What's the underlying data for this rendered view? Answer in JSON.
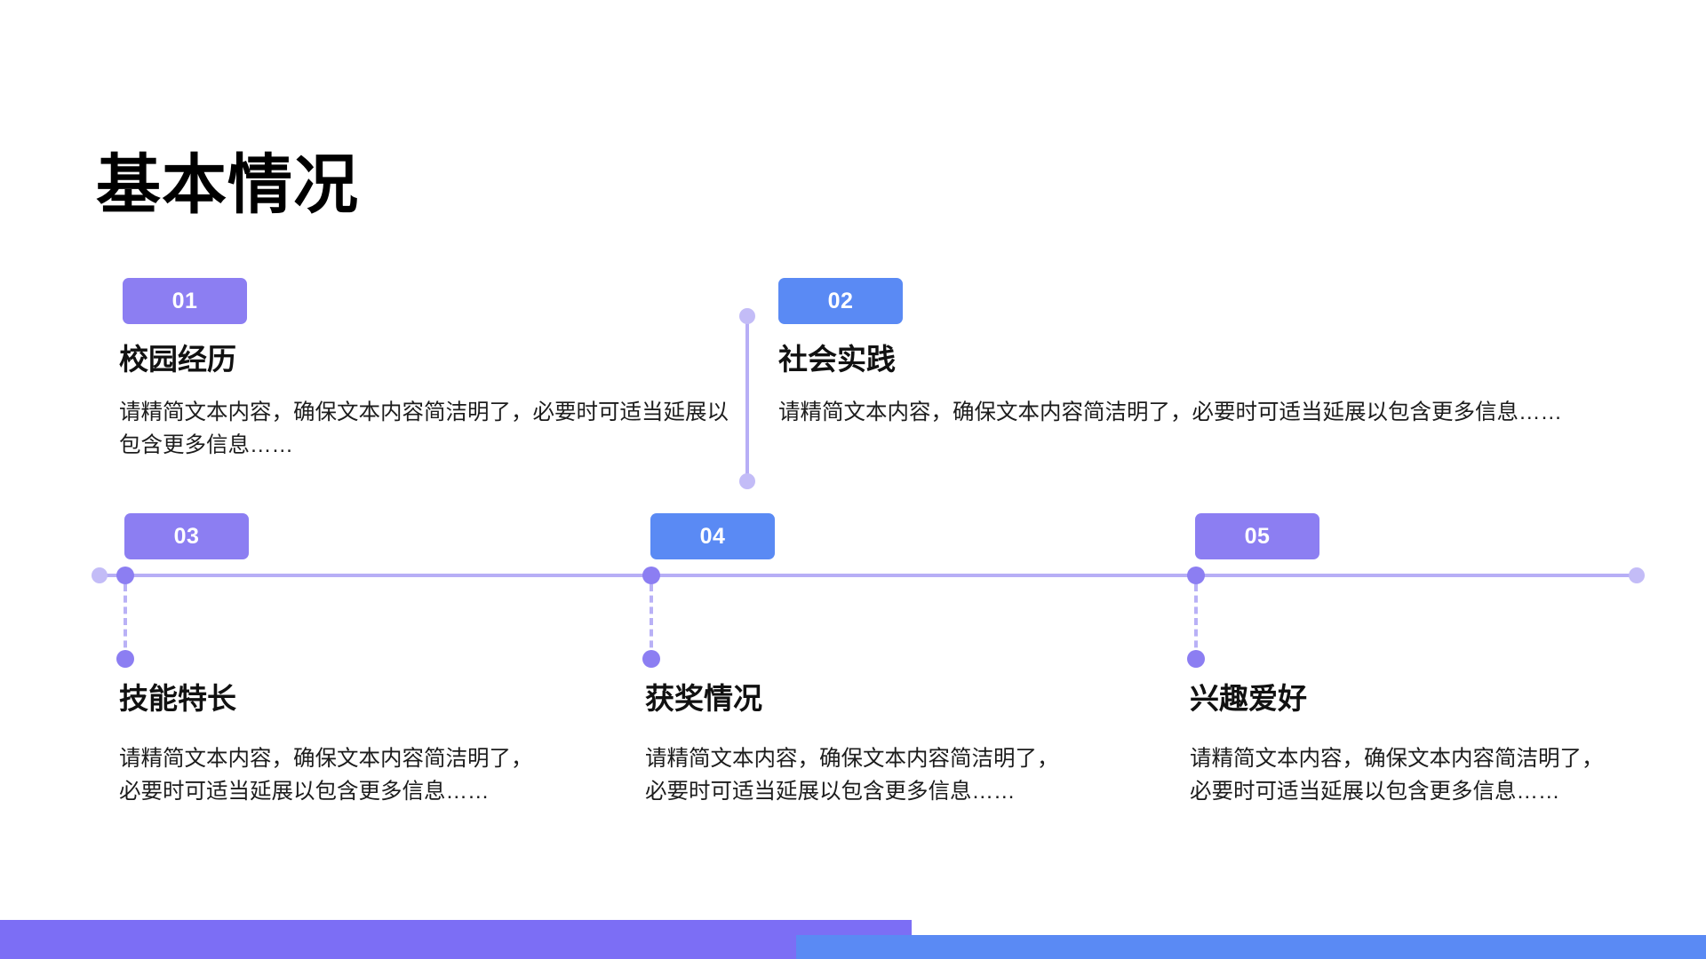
{
  "slide": {
    "title": "基本情况",
    "background": "#ffffff"
  },
  "colors": {
    "purple": "#8c7ef2",
    "blue": "#5a8af4",
    "line": "#b7aef6",
    "dot_light": "#c3bcf7",
    "bar_purple": "#7c6ef5",
    "bar_blue": "#5a8af4",
    "text": "#111111"
  },
  "items": [
    {
      "number": "01",
      "badge_color": "#8c7ef2",
      "title": "校园经历",
      "body": "请精简文本内容，确保文本内容简洁明了，必要时可适当延展以包含更多信息……"
    },
    {
      "number": "02",
      "badge_color": "#5a8af4",
      "title": "社会实践",
      "body": "请精简文本内容，确保文本内容简洁明了，必要时可适当延展以包含更多信息……"
    },
    {
      "number": "03",
      "badge_color": "#8c7ef2",
      "title": "技能特长",
      "body": "请精简文本内容，确保文本内容简洁明了，必要时可适当延展以包含更多信息……"
    },
    {
      "number": "04",
      "badge_color": "#5a8af4",
      "title": "获奖情况",
      "body": "请精简文本内容，确保文本内容简洁明了，必要时可适当延展以包含更多信息……"
    },
    {
      "number": "05",
      "badge_color": "#8c7ef2",
      "title": "兴趣爱好",
      "body": "请精简文本内容，确保文本内容简洁明了，必要时可适当延展以包含更多信息……"
    }
  ]
}
